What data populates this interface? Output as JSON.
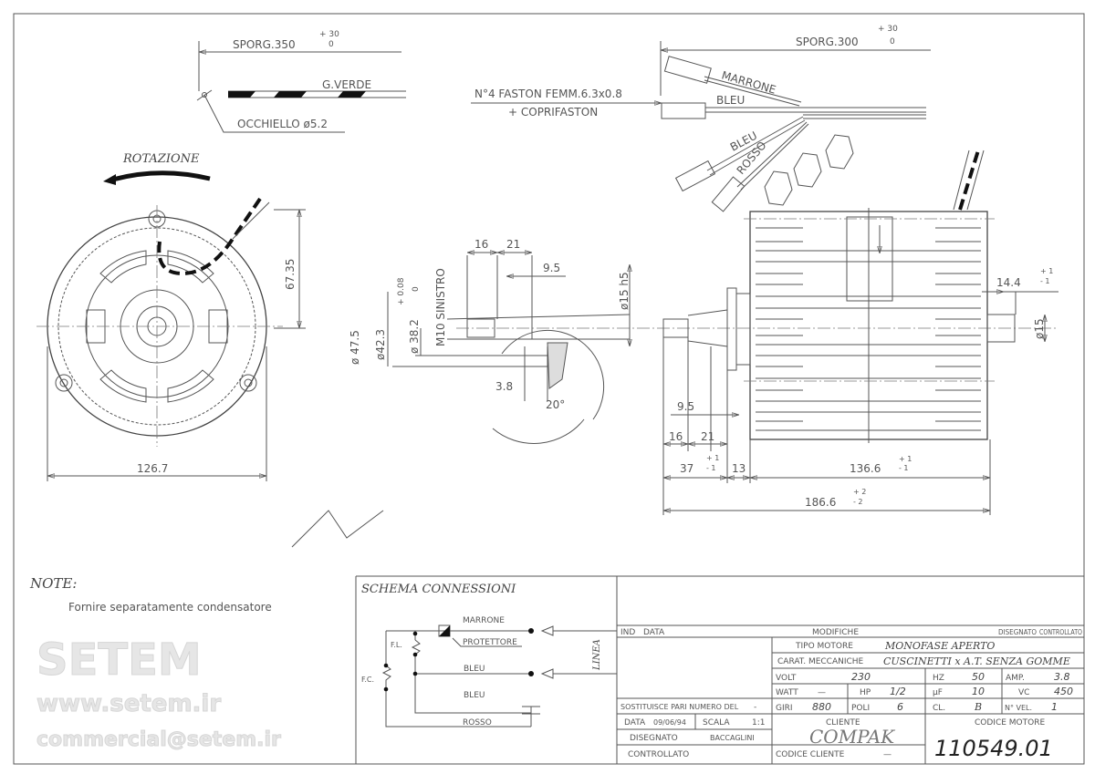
{
  "drawing": {
    "sporg_left": {
      "label": "SPORG.350",
      "tol_plus": "+ 30",
      "tol_minus": "0"
    },
    "sporg_right": {
      "label": "SPORG.300",
      "tol_plus": "+ 30",
      "tol_minus": "0"
    },
    "ground_wire": "G.VERDE",
    "eyelet": "OCCHIELLO ø5.2",
    "rotation": "ROTAZIONE",
    "faston_line1": "N°4 FASTON FEMM.6.3x0.8",
    "faston_line2": "+ COPRIFASTON",
    "wires": {
      "marrone": "MARRONE",
      "bleu1": "BLEU",
      "bleu2": "BLEU",
      "rosso": "ROSSO"
    },
    "dims": {
      "d126": "126.7",
      "d6735": "67.35",
      "d475": "ø 47.5",
      "d423": "ø42.3",
      "d382": "ø 38.2",
      "d382_tol_plus": "+ 0.08",
      "d382_tol_minus": "0",
      "thread": "M10 SINISTRO",
      "d16a": "16",
      "d21a": "21",
      "d95a": "9.5",
      "d15h5": "ø15 h5",
      "d38": "3.8",
      "d20": "20°",
      "d95b": "9.5",
      "d16b": "16",
      "d21b": "21",
      "d37": "37",
      "d37_tol": "+ 1\n- 1",
      "d37_plus": "+ 1",
      "d37_minus": "- 1",
      "d13": "13",
      "d1366": "136.6",
      "d1366_plus": "+ 1",
      "d1366_minus": "- 1",
      "d1866": "186.6",
      "d1866_plus": "+ 2",
      "d1866_minus": "- 2",
      "d144": "14.4",
      "d144_plus": "+ 1",
      "d144_minus": "- 1",
      "d15": "ø15"
    },
    "watermark": {
      "site": "www.setem.ir",
      "brand": "SETEM",
      "email": "commercial@setem.ir"
    }
  },
  "notes": {
    "title": "NOTE:",
    "text": "Fornire separatamente condensatore"
  },
  "schema": {
    "title": "SCHEMA CONNESSIONI",
    "marrone": "MARRONE",
    "protettore": "PROTETTORE",
    "bleu1": "BLEU",
    "bleu2": "BLEU",
    "rosso": "ROSSO",
    "fl": "F.L.",
    "fc": "F.C.",
    "linea": "LINEA"
  },
  "title_block": {
    "ind": "IND",
    "data_h": "DATA",
    "modifiche": "MODIFICHE",
    "disegnato_h": "DISEGNATO",
    "controllato_h": "CONTROLLATO",
    "tipo_motore_label": "TIPO MOTORE",
    "tipo_motore": "MONOFASE  APERTO",
    "carat_label": "CARAT. MECCANICHE",
    "carat": "CUSCINETTI x A.T. SENZA GOMME",
    "volt_label": "VOLT",
    "volt": "230",
    "hz_label": "HZ",
    "hz": "50",
    "amp_label": "AMP.",
    "amp": "3.8",
    "watt_label": "WATT",
    "watt": "—",
    "hp_label": "HP",
    "hp": "1/2",
    "uf_label": "µF",
    "uf": "10",
    "vc_label": "VC",
    "vc": "450",
    "giri_label": "GIRI",
    "giri": "880",
    "poli_label": "POLI",
    "poli": "6",
    "cl_label": "CL.",
    "cl": "B",
    "nvel_label": "N° VEL.",
    "nvel": "1",
    "sostituisce_label": "SOSTITUISCE PARI NUMERO DEL",
    "sostituisce": "-",
    "data_label": "DATA",
    "data": "09/06/94",
    "scala_label": "SCALA",
    "scala": "1:1",
    "disegnato_label": "DISEGNATO",
    "disegnato": "BACCAGLINI",
    "controllato_label": "CONTROLLATO",
    "cliente_label": "CLIENTE",
    "cliente": "COMPAK",
    "codice_cliente_label": "CODICE CLIENTE",
    "codice_cliente": "—",
    "codice_motore_label": "CODICE MOTORE",
    "codice_motore": "110549.01"
  }
}
